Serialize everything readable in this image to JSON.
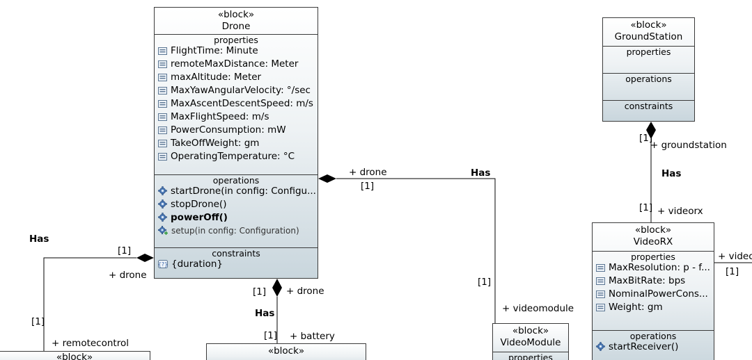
{
  "drone": {
    "stereotype": "«block»",
    "name": "Drone",
    "properties_title": "properties",
    "properties": [
      "FlightTime: Minute",
      "remoteMaxDistance: Meter",
      "maxAltitude: Meter",
      "MaxYawAngularVelocity: °/sec",
      "MaxAscentDescentSpeed: m/s",
      "MaxFlightSpeed: m/s",
      "PowerConsumption: mW",
      "TakeOffWeight: gm",
      "OperatingTemperature: °C"
    ],
    "operations_title": "operations",
    "operations": [
      {
        "text": "startDrone(in config: Configu...",
        "style": "normal",
        "icon": "operation-gear-icon"
      },
      {
        "text": "stopDrone()",
        "style": "normal",
        "icon": "operation-gear-icon"
      },
      {
        "text": "powerOff()",
        "style": "bold",
        "icon": "operation-gear-icon"
      },
      {
        "text": "setup(in config: Configuration)",
        "style": "small",
        "icon": "operation-gear-plus-icon"
      }
    ],
    "constraints_title": "constraints",
    "constraints": [
      "{duration}"
    ]
  },
  "groundstation": {
    "stereotype": "«block»",
    "name": "GroundStation",
    "properties_title": "properties",
    "operations_title": "operations",
    "constraints_title": "constraints"
  },
  "videorx": {
    "stereotype": "«block»",
    "name": "VideoRX",
    "properties_title": "properties",
    "properties": [
      "MaxResolution: p - f...",
      "MaxBitRate: bps",
      "NominalPowerCons...",
      "Weight: gm"
    ],
    "operations_title": "operations",
    "operations": [
      "startReceiver()"
    ]
  },
  "videomodule": {
    "stereotype": "«block»",
    "name": "VideoModule",
    "properties_title": "properties"
  },
  "battery_block": {
    "stereotype": "«block»"
  },
  "remotecontrol_block": {
    "stereotype": "«block»"
  },
  "labels": {
    "has_videomodule": "Has",
    "drone_end_videomodule": "+ drone",
    "drone_mult_videomodule": "[1]",
    "videomodule_mult": "[1]",
    "videomodule_role": "+ videomodule",
    "has_remote": "Has",
    "drone_mult_remote": "[1]",
    "drone_end_remote": "+ drone",
    "remote_mult": "[1]",
    "remote_role": "+ remotecontrol",
    "drone_mult_battery": "[1]",
    "drone_end_battery": "+ drone",
    "has_battery": "Has",
    "battery_mult": "[1]",
    "battery_role": "+ battery",
    "gs_mult": "[1]",
    "gs_role": "+ groundstation",
    "has_gs": "Has",
    "videorx_mult": "[1]",
    "videorx_role": "+ videorx",
    "video_role": "+ video",
    "video_mult": "[1]"
  }
}
